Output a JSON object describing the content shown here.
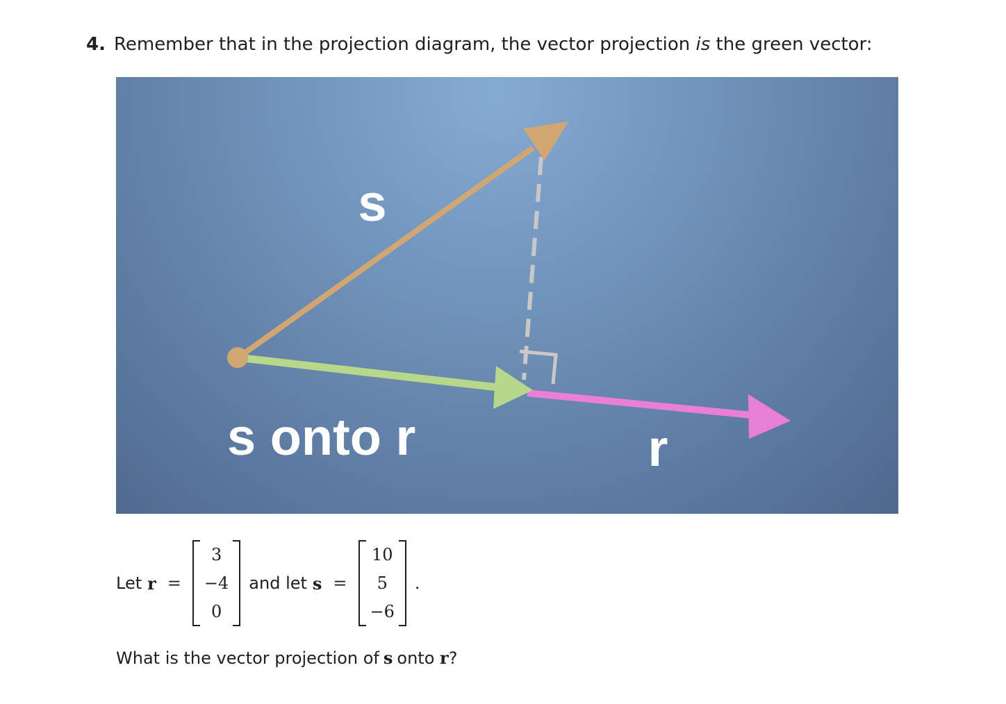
{
  "question": {
    "number": "4.",
    "text_before": "Remember that in the projection diagram, the vector projection",
    "text_emphasis": "is",
    "text_after": "the green vector:"
  },
  "diagram": {
    "label_s": "s",
    "label_s_onto_r": "s onto r",
    "label_r": "r",
    "colors": {
      "background_center": "#86abd3",
      "background_edge": "#4f6a91",
      "vector_s": "#d2a672",
      "projection": "#b7d88a",
      "vector_r": "#ea7fd8",
      "perpendicular": "#c8c8c8",
      "label": "#ffffff"
    }
  },
  "given": {
    "let_text": "Let",
    "r_symbol": "r",
    "equals": "=",
    "r_components": [
      "3",
      "−4",
      "0"
    ],
    "and_let_text": "and let",
    "s_symbol": "s",
    "s_components": [
      "10",
      "5",
      "−6"
    ],
    "period": "."
  },
  "prompt": {
    "text_before": "What is the vector projection of",
    "s_symbol": "s",
    "text_middle": "onto",
    "r_symbol": "r",
    "text_after": "?"
  }
}
